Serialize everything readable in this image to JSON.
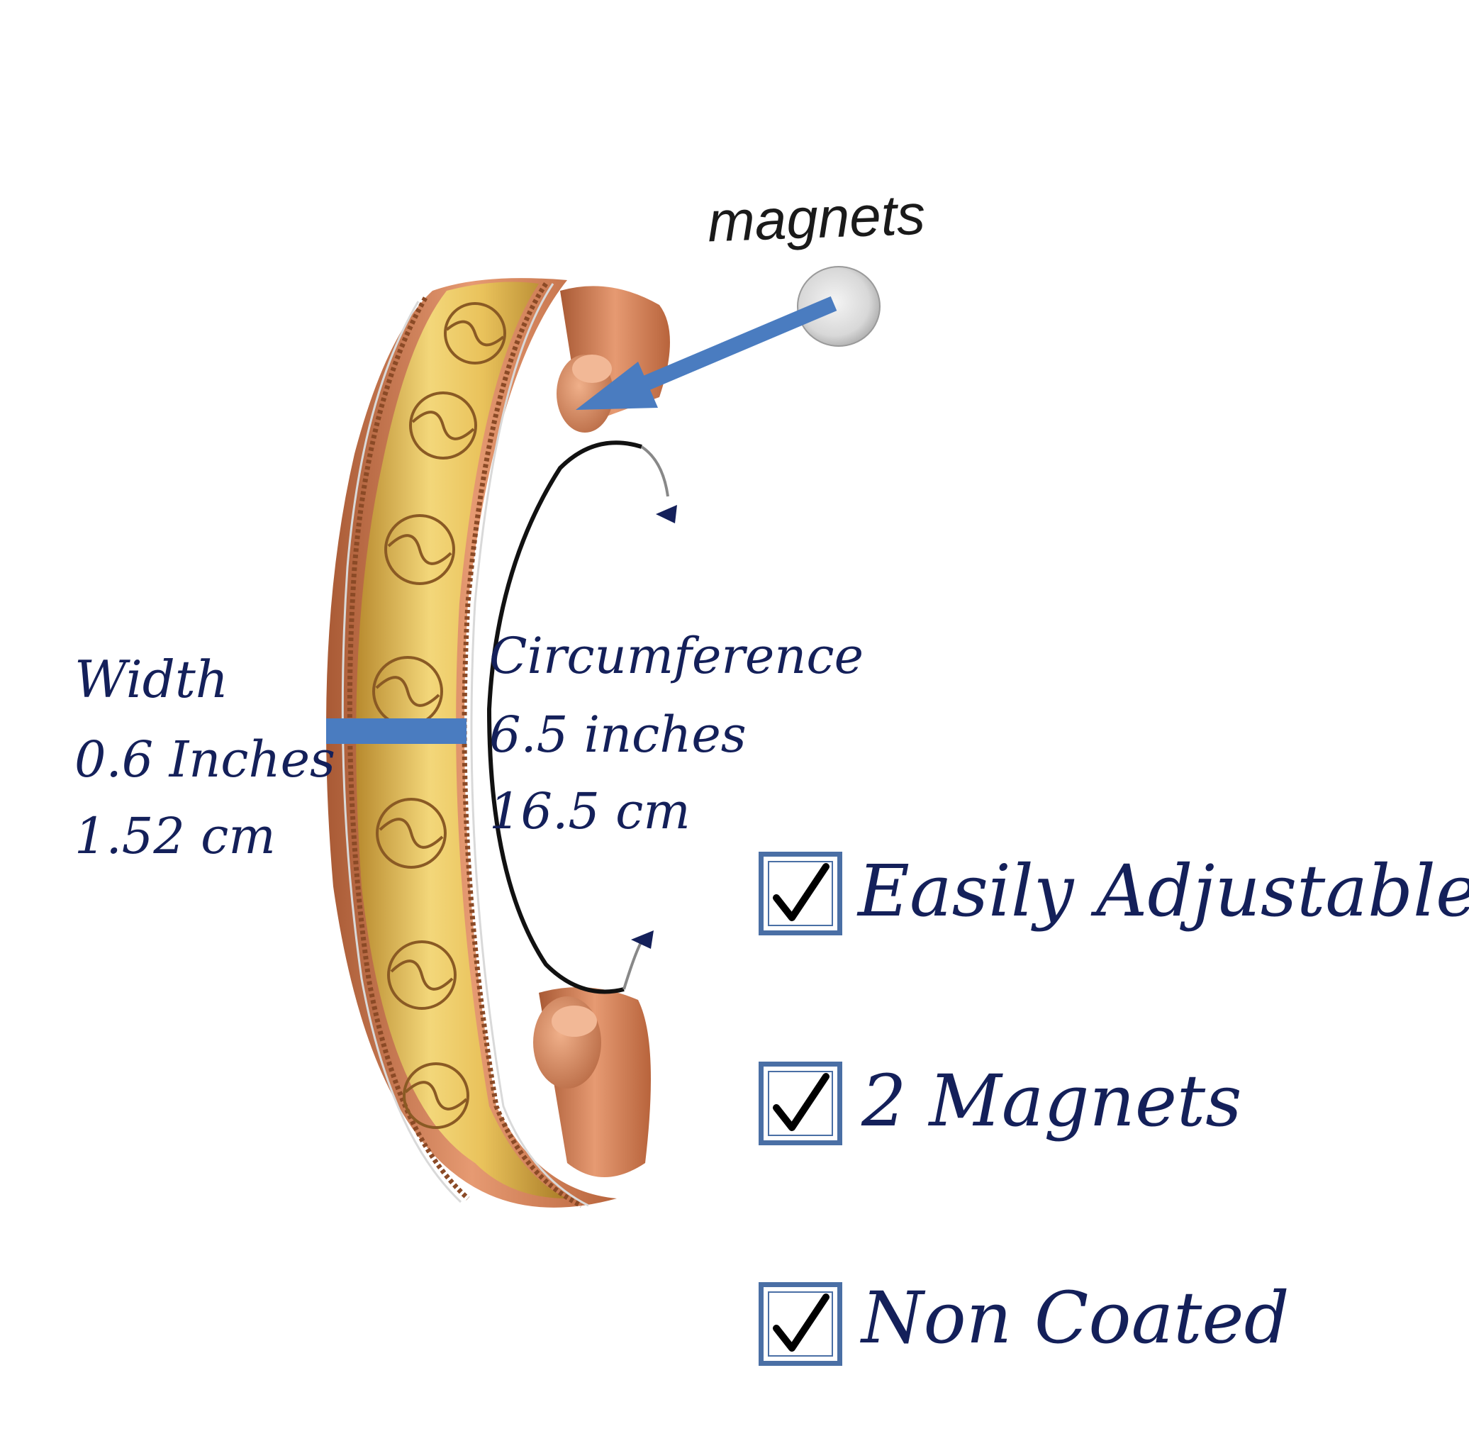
{
  "labels": {
    "magnets": "magnets",
    "width_title": "Width",
    "width_inches": "0.6 Inches",
    "width_cm": "1.52 cm",
    "circ_title": "Circumference",
    "circ_inches": "6.5 inches",
    "circ_cm": "16.5 cm"
  },
  "features": [
    {
      "label": "Easily Adjustable",
      "checked": true
    },
    {
      "label": "2 Magnets",
      "checked": true
    },
    {
      "label": "Non Coated",
      "checked": true
    }
  ],
  "colors": {
    "text": "#14205a",
    "arrow": "#4a7cc0",
    "copper": "#d0805a",
    "brass": "#e2be5a",
    "checkbox_border": "#4a6fa5"
  },
  "icons": [
    "magnet-disc-icon",
    "pointer-arrow-icon",
    "rotation-arrow-icon",
    "width-bar-icon",
    "checkmark-icon"
  ]
}
